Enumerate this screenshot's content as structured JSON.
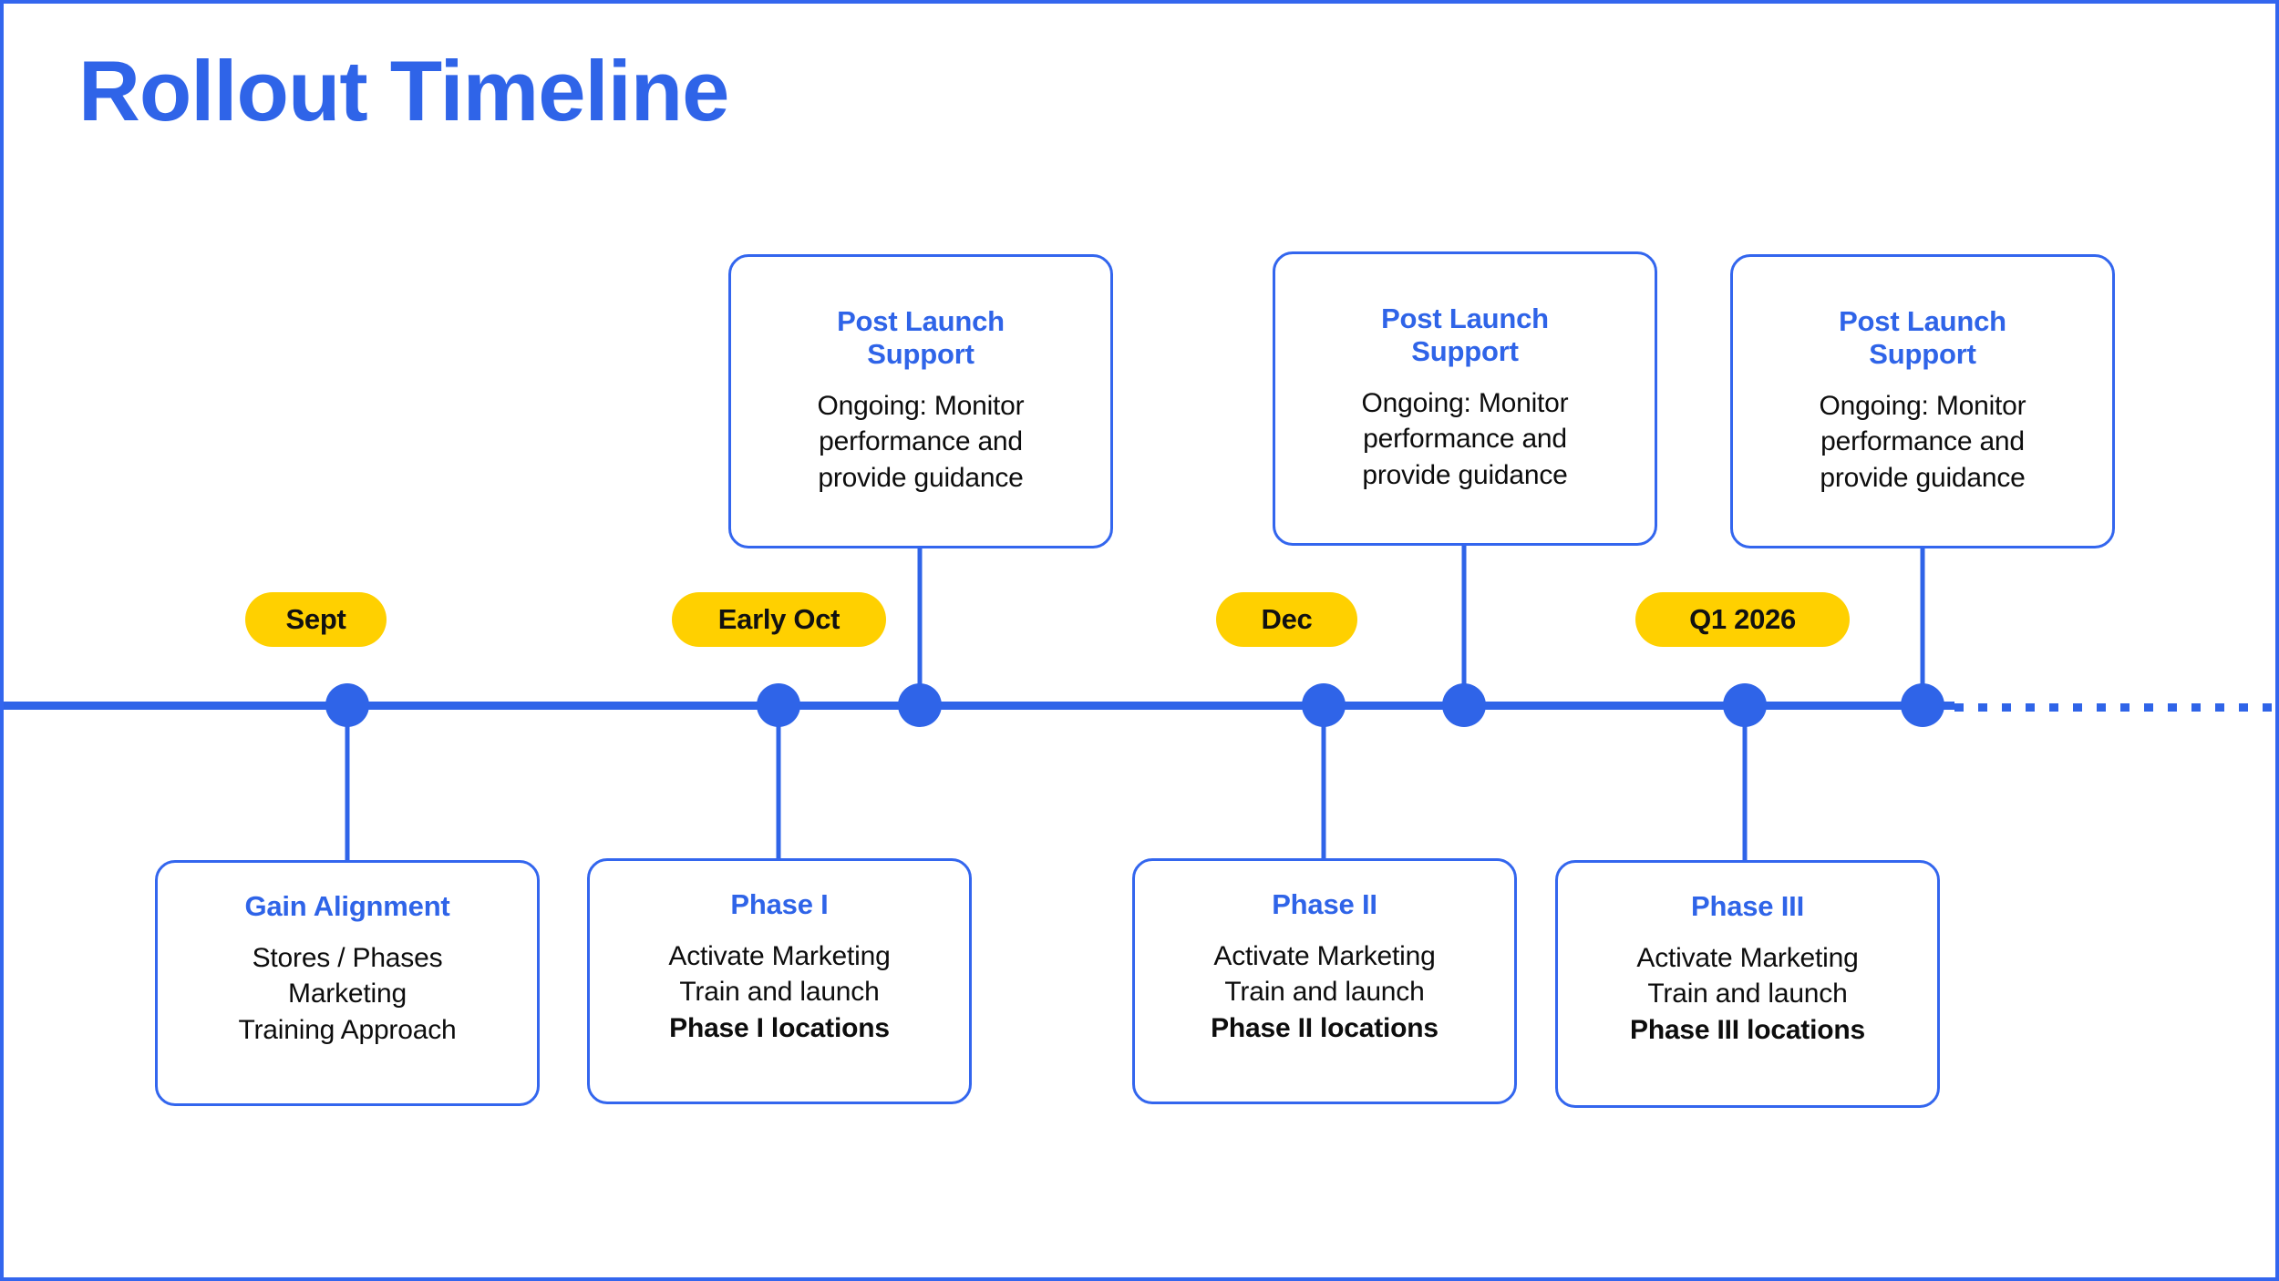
{
  "title": "Rollout Timeline",
  "colors": {
    "accent_blue": "#2f64e8",
    "border_blue": "#3366ee",
    "pill_yellow": "#ffd000",
    "text_black": "#0d0d0d",
    "background": "#ffffff"
  },
  "timeline": {
    "axis_style": "solid-then-dotted",
    "node_count": 8
  },
  "date_pills": [
    {
      "label": "Sept"
    },
    {
      "label": "Early Oct"
    },
    {
      "label": "Dec"
    },
    {
      "label": "Q1 2026"
    }
  ],
  "upper_cards": [
    {
      "title": "Post Launch Support",
      "title_line1": "Post Launch",
      "title_line2": "Support",
      "body_line1": "Ongoing: Monitor",
      "body_line2": "performance and",
      "body_line3": "provide guidance"
    },
    {
      "title": "Post Launch Support",
      "title_line1": "Post Launch",
      "title_line2": "Support",
      "body_line1": "Ongoing: Monitor",
      "body_line2": "performance and",
      "body_line3": "provide guidance"
    },
    {
      "title": "Post Launch Support",
      "title_line1": "Post Launch",
      "title_line2": "Support",
      "body_line1": "Ongoing: Monitor",
      "body_line2": "performance and",
      "body_line3": "provide guidance"
    }
  ],
  "lower_cards": [
    {
      "title": "Gain Alignment",
      "body_line1": "Stores / Phases",
      "body_line2": "Marketing",
      "body_line3": "Training Approach"
    },
    {
      "title": "Phase I",
      "body_line1": "Activate Marketing",
      "body_line2": "Train and launch",
      "body_line3": "Phase I locations"
    },
    {
      "title": "Phase II",
      "body_line1": "Activate Marketing",
      "body_line2": "Train and launch",
      "body_line3": "Phase II locations"
    },
    {
      "title": "Phase III",
      "body_line1": "Activate Marketing",
      "body_line2": "Train and launch",
      "body_line3": "Phase III locations"
    }
  ]
}
